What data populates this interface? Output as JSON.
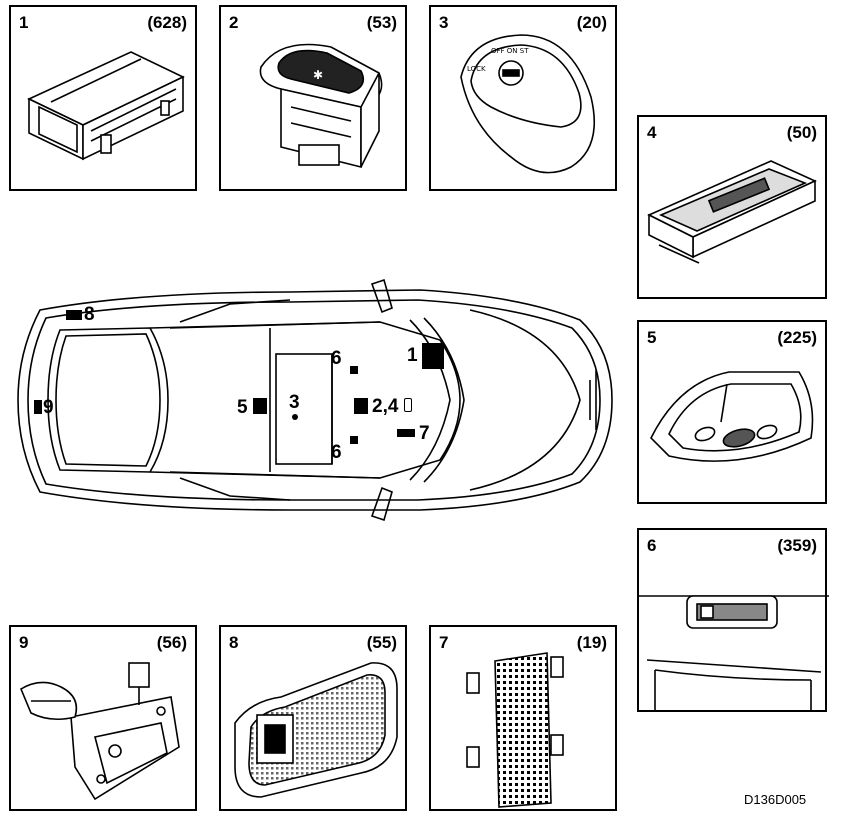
{
  "panels": [
    {
      "number": "1",
      "count": "(628)",
      "icon": "control-module-icon"
    },
    {
      "number": "2",
      "count": "(53)",
      "icon": "rocker-switch-icon"
    },
    {
      "number": "3",
      "count": "(20)",
      "icon": "ignition-switch-icon"
    },
    {
      "number": "4",
      "count": "(50)",
      "icon": "switch-panel-icon"
    },
    {
      "number": "5",
      "count": "(225)",
      "icon": "front-interior-lamp-icon"
    },
    {
      "number": "6",
      "count": "(359)",
      "icon": "reading-lamp-icon"
    },
    {
      "number": "7",
      "count": "(19)",
      "icon": "lamp-lens-icon"
    },
    {
      "number": "8",
      "count": "(55)",
      "icon": "luggage-lamp-icon"
    },
    {
      "number": "9",
      "count": "(56)",
      "icon": "tailgate-lock-icon"
    }
  ],
  "car_labels": {
    "l1": "1",
    "l2_4": "2,4",
    "l3": "3",
    "l5": "5",
    "l6_top": "6",
    "l6_bottom": "6",
    "l7": "7",
    "l8": "8",
    "l9": "9"
  },
  "reference_code": "D136D005"
}
